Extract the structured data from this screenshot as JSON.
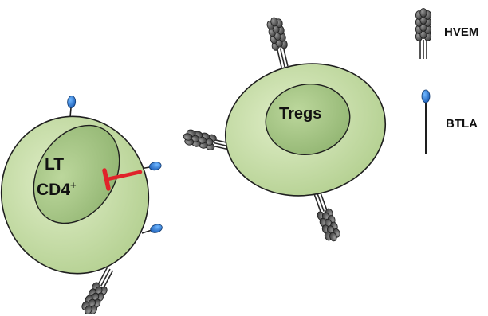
{
  "cells": {
    "lt_cd4": {
      "line1": "LT",
      "line2": "CD4",
      "sup": "+"
    },
    "tregs": {
      "label": "Tregs"
    }
  },
  "legend": {
    "hvem": {
      "label": "HVEM",
      "icon": "hvem-receptor-icon"
    },
    "btla": {
      "label": "BTLA",
      "icon": "btla-receptor-icon"
    }
  },
  "colors": {
    "cell_fill": "#cfe3b0",
    "nucleus_fill": "#a9c98a",
    "outline": "#1f1f1f",
    "btla_head": "#2f7fd6",
    "hvem_bead": "#5b5b5b",
    "inhibition": "#e0232a"
  }
}
